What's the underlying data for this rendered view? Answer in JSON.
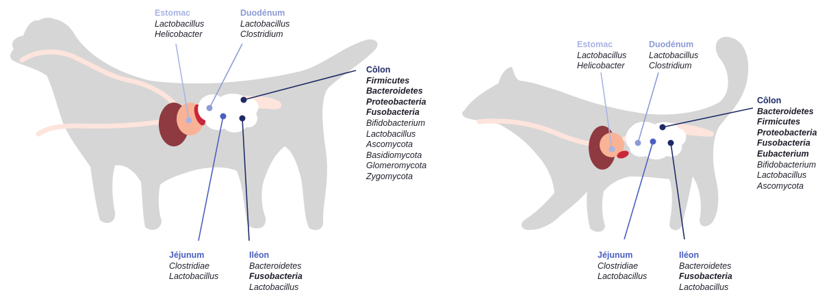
{
  "colors": {
    "silhouette": "#d6d6d6",
    "tract": "#fde4dc",
    "stomach": "#f8b396",
    "liver": "#8e3a40",
    "red_organ": "#c8283a",
    "intestine": "#ffffff",
    "stomach_accent": "#a9b3e4",
    "duodenum_accent": "#8d9bd6",
    "jejunum_accent": "#4a5fc0",
    "colon_accent": "#1d2a66"
  },
  "dog": {
    "estomac": {
      "title": "Estomac",
      "items": [
        {
          "text": "Lactobacillus",
          "bold": false
        },
        {
          "text": "Helicobacter",
          "bold": false
        }
      ]
    },
    "duodenum": {
      "title": "Duodénum",
      "items": [
        {
          "text": "Lactobacillus",
          "bold": false
        },
        {
          "text": "Clostridium",
          "bold": false
        }
      ]
    },
    "colon": {
      "title": "Côlon",
      "items": [
        {
          "text": "Firmicutes",
          "bold": true
        },
        {
          "text": "Bacteroidetes",
          "bold": true
        },
        {
          "text": "Proteobacteria",
          "bold": true
        },
        {
          "text": "Fusobacteria",
          "bold": true
        },
        {
          "text": "Bifidobacterium",
          "bold": false
        },
        {
          "text": "Lactobacillus",
          "bold": false
        },
        {
          "text": "Ascomycota",
          "bold": false
        },
        {
          "text": "Basidiomycota",
          "bold": false
        },
        {
          "text": "Glomeromycota",
          "bold": false
        },
        {
          "text": "Zygomycota",
          "bold": false
        }
      ]
    },
    "jejunum": {
      "title": "Jéjunum",
      "items": [
        {
          "text": "Clostridiae",
          "bold": false
        },
        {
          "text": "Lactobacillus",
          "bold": false
        }
      ]
    },
    "ileon": {
      "title": "Iléon",
      "items": [
        {
          "text": "Bacteroidetes",
          "bold": false
        },
        {
          "text": "Fusobacteria",
          "bold": true
        },
        {
          "text": "Lactobacillus",
          "bold": false
        }
      ]
    }
  },
  "cat": {
    "estomac": {
      "title": "Estomac",
      "items": [
        {
          "text": "Lactobacillus",
          "bold": false
        },
        {
          "text": "Helicobacter",
          "bold": false
        }
      ]
    },
    "duodenum": {
      "title": "Duodénum",
      "items": [
        {
          "text": "Lactobacillus",
          "bold": false
        },
        {
          "text": "Clostridium",
          "bold": false
        }
      ]
    },
    "colon": {
      "title": "Côlon",
      "items": [
        {
          "text": "Bacteroidetes",
          "bold": true
        },
        {
          "text": "Firmicutes",
          "bold": true
        },
        {
          "text": "Proteobacteria",
          "bold": true
        },
        {
          "text": "Fusobacteria",
          "bold": true
        },
        {
          "text": "Eubacterium",
          "bold": true
        },
        {
          "text": "Bifidobacterium",
          "bold": false
        },
        {
          "text": "Lactobacillus",
          "bold": false
        },
        {
          "text": "Ascomycota",
          "bold": false
        }
      ]
    },
    "jejunum": {
      "title": "Jéjunum",
      "items": [
        {
          "text": "Clostridiae",
          "bold": false
        },
        {
          "text": "Lactobacillus",
          "bold": false
        }
      ]
    },
    "ileon": {
      "title": "Iléon",
      "items": [
        {
          "text": "Bacteroidetes",
          "bold": false
        },
        {
          "text": "Fusobacteria",
          "bold": true
        },
        {
          "text": "Lactobacillus",
          "bold": false
        }
      ]
    }
  }
}
